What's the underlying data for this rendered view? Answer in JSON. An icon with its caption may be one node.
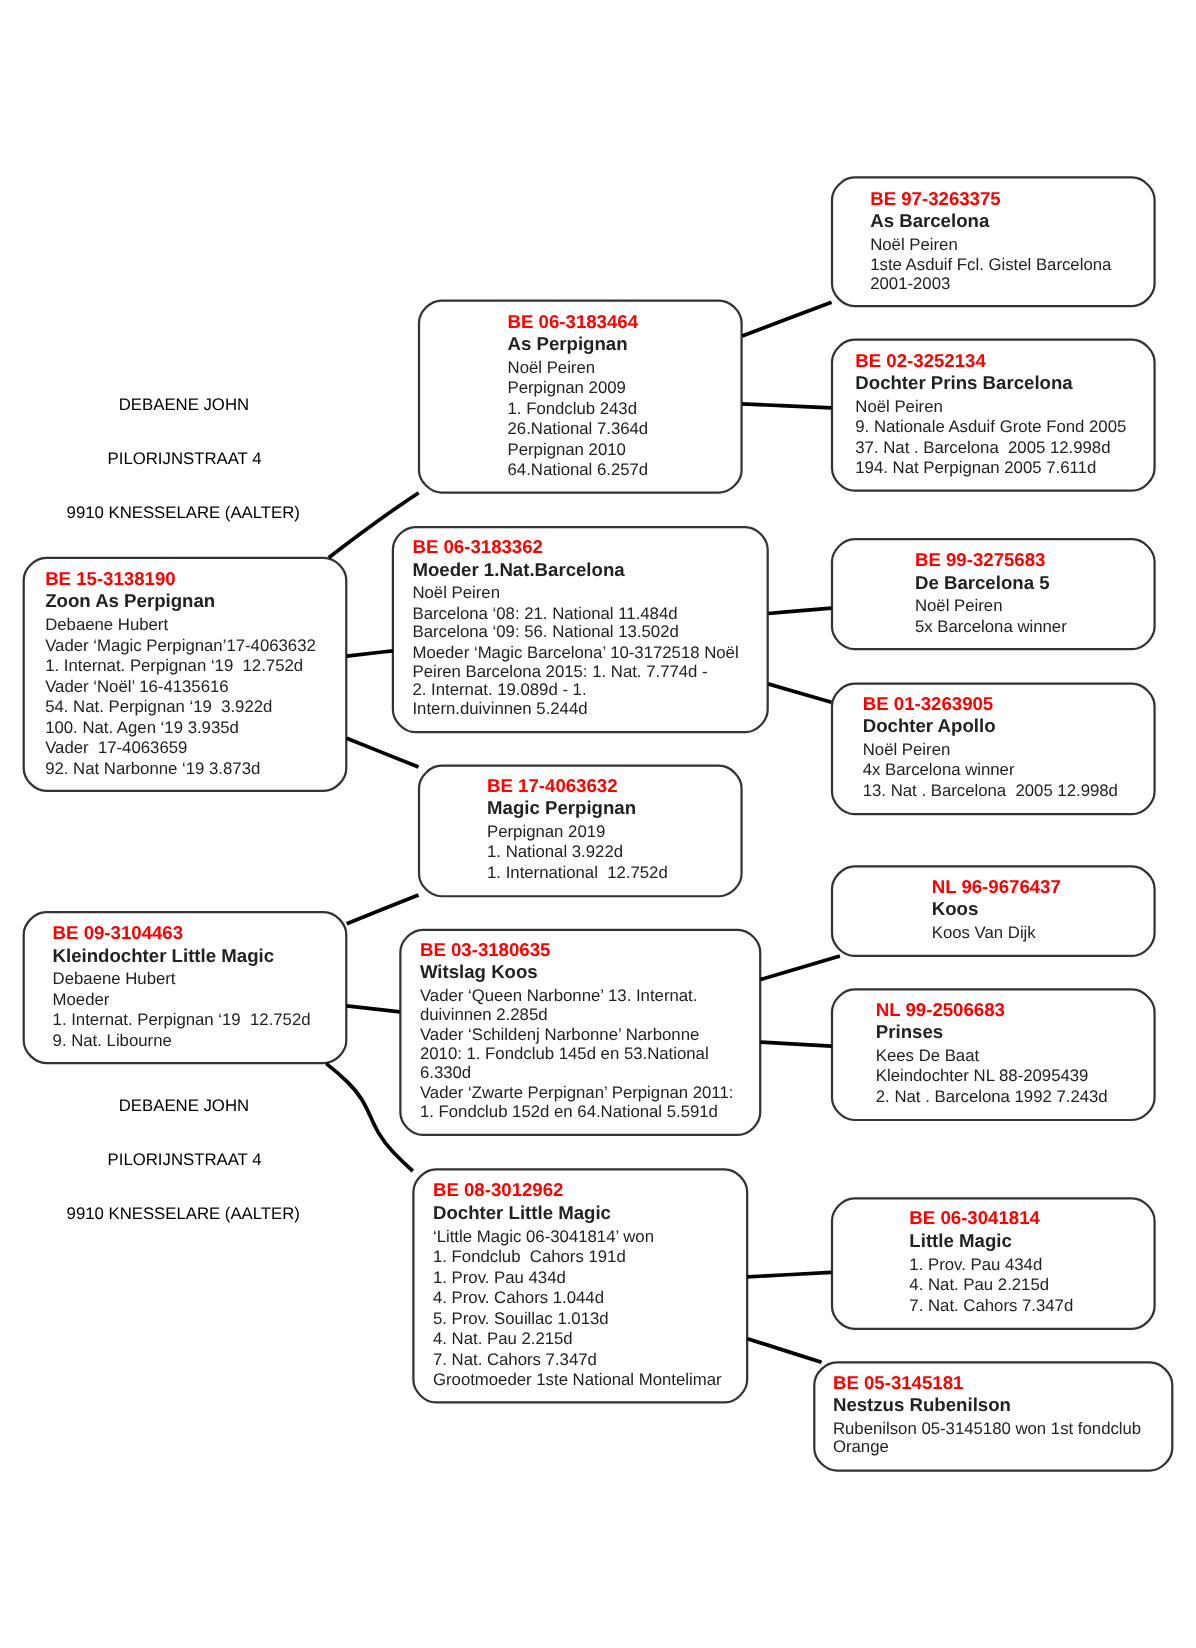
{
  "diagram": {
    "nodes": [
      {
        "text": [
          "BE 15-3138190",
          "Zoon As Perpignan",
          "Debaene Hubert",
          "Vader ‘Magic Perpignan’17-4063632",
          "1. Internat. Perpignan ‘19  12.752d",
          "Vader ‘Noël’ 16-4135616",
          "54. Nat. Perpignan ‘19  3.922d",
          "100. Nat. Agen ‘19 3.935d",
          "Vader  17-4063659",
          "92. Nat Narbonne ‘19 3.873d"
        ]
      },
      {
        "text": [
          "BE 17-4063632",
          "Magic Perpignan",
          "Perpignan 2019",
          "1. National 3.922d",
          "1. International  12.752d"
        ]
      },
      {
        "text": [
          "BE 09-3104463",
          "Kleindochter Little Magic",
          "Debaene Hubert",
          "Moeder",
          "1. Internat. Perpignan ‘19  12.752d",
          "9. Nat. Libourne"
        ]
      },
      {
        "text": [
          "BE 06-3183464",
          "As Perpignan",
          "Noël Peiren",
          "Perpignan 2009",
          "1. Fondclub 243d",
          "26.National 7.364d",
          "Perpignan 2010",
          "64.National 6.257d"
        ]
      },
      {
        "text": [
          "BE 06-3183362",
          "Moeder 1.Nat.Barcelona",
          "Noël Peiren",
          "Barcelona ‘08: 21. National 11.484d Barcelona ‘09: 56. National 13.502d",
          "Moeder ‘Magic Barcelona’ 10-3172518 Noël Peiren Barcelona 2015: 1. Nat. 7.774d - 2. Internat. 19.089d - 1. Intern.duivinnen 5.244d"
        ]
      },
      {
        "text": [
          "BE 03-3180635",
          "Witslag Koos",
          "Vader ‘Queen Narbonne’ 13. Internat. duivinnen 2.285d",
          "Vader ‘Schildenj Narbonne’ Narbonne 2010: 1. Fondclub 145d en 53.National 6.330d",
          "Vader ‘Zwarte Perpignan’ Perpignan 2011: 1. Fondclub 152d en 64.National 5.591d"
        ]
      },
      {
        "text": [
          "BE 08-3012962",
          "Dochter Little Magic",
          "‘Little Magic 06-3041814’ won",
          "1. Fondclub  Cahors 191d",
          "1. Prov. Pau 434d",
          "4. Prov. Cahors 1.044d",
          "5. Prov. Souillac 1.013d",
          "4. Nat. Pau 2.215d",
          "7. Nat. Cahors 7.347d",
          "Grootmoeder 1ste National Montelimar"
        ]
      },
      {
        "text": [
          "BE 97-3263375",
          "As Barcelona",
          "Noël Peiren",
          "1ste Asduif Fcl. Gistel Barcelona 2001-2003"
        ]
      },
      {
        "text": [
          "BE 02-3252134",
          "Dochter Prins Barcelona",
          "Noël Peiren",
          "9. Nationale Asduif Grote Fond 2005",
          "37. Nat . Barcelona  2005 12.998d",
          "194. Nat Perpignan 2005 7.611d"
        ]
      },
      {
        "text": [
          "BE 99-3275683",
          "De Barcelona 5",
          "Noël Peiren",
          "5x Barcelona winner"
        ]
      },
      {
        "text": [
          "BE 01-3263905",
          "Dochter Apollo",
          "Noël Peiren",
          "4x Barcelona winner",
          "13. Nat . Barcelona  2005 12.998d"
        ]
      },
      {
        "text": [
          "NL 96-9676437",
          "Koos",
          "Koos Van Dijk"
        ]
      },
      {
        "text": [
          "NL 99-2506683",
          "Prinses",
          "Kees De Baat",
          "Kleindochter NL 88-2095439",
          "2. Nat . Barcelona 1992 7.243d"
        ]
      },
      {
        "text": [
          "BE 06-3041814",
          "Little Magic",
          "1. Prov. Pau 434d",
          "4. Nat. Pau 2.215d",
          "7. Nat. Cahors 7.347d"
        ]
      },
      {
        "text": [
          "BE 05-3145181",
          "Nestzus Rubenilson",
          "Rubenilson 05-3145180 won 1st fondclub Orange"
        ]
      }
    ],
    "edges": [
      {
        "from": 0,
        "to": 1,
        "arrow": "none"
      },
      {
        "from": 1,
        "to": 2,
        "arrow": "none"
      },
      {
        "from": 0,
        "to": 3,
        "arrow": "none"
      },
      {
        "from": 0,
        "to": 4,
        "arrow": "none"
      },
      {
        "from": 2,
        "to": 5,
        "arrow": "none"
      },
      {
        "from": 2,
        "to": 6,
        "arrow": "none"
      },
      {
        "from": 3,
        "to": 7,
        "arrow": "none"
      },
      {
        "from": 3,
        "to": 8,
        "arrow": "none"
      },
      {
        "from": 4,
        "to": 9,
        "arrow": "none"
      },
      {
        "from": 4,
        "to": 10,
        "arrow": "none"
      },
      {
        "from": 5,
        "to": 11,
        "arrow": "none"
      },
      {
        "from": 5,
        "to": 12,
        "arrow": "none"
      },
      {
        "from": 6,
        "to": 13,
        "arrow": "none"
      },
      {
        "from": 6,
        "to": 14,
        "arrow": "none"
      }
    ],
    "labels": [
      "DEBAENE JOHN",
      "PILORIJNSTRAAT 4",
      "9910 KNESSELARE (AALTER)",
      "DEBAENE JOHN",
      "PILORIJNSTRAAT 4",
      "9910 KNESSELARE (AALTER)"
    ]
  }
}
